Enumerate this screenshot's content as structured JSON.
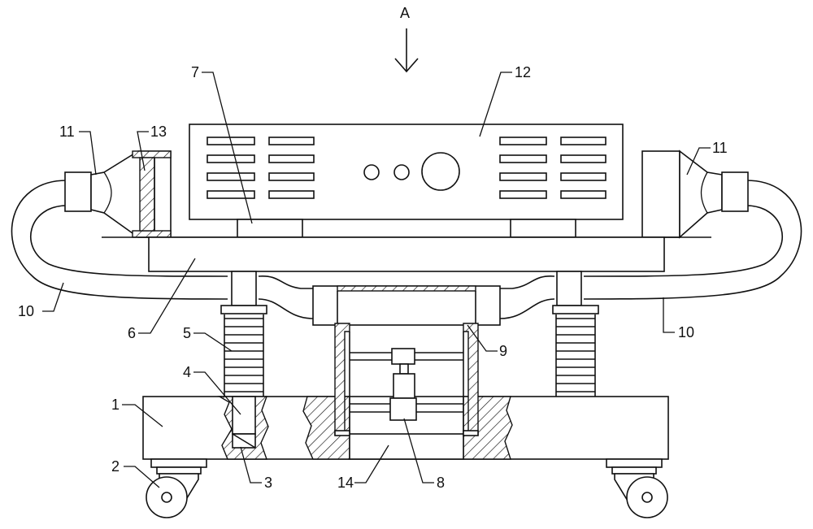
{
  "view_label": "A",
  "colors": {
    "line": "#111111",
    "background": "#ffffff"
  },
  "labels": {
    "base_left": "1",
    "wheel_left": "2",
    "slider": "3",
    "guide_rod": "4",
    "spring_left": "5",
    "platform": "6",
    "support_leg": "7",
    "sliding_block": "8",
    "lift_frame": "9",
    "hose_left": "10",
    "hose_right": "10",
    "nozzle_left": "11",
    "nozzle_right": "11",
    "main_unit": "12",
    "filter": "13",
    "bottom_channel": "14"
  }
}
